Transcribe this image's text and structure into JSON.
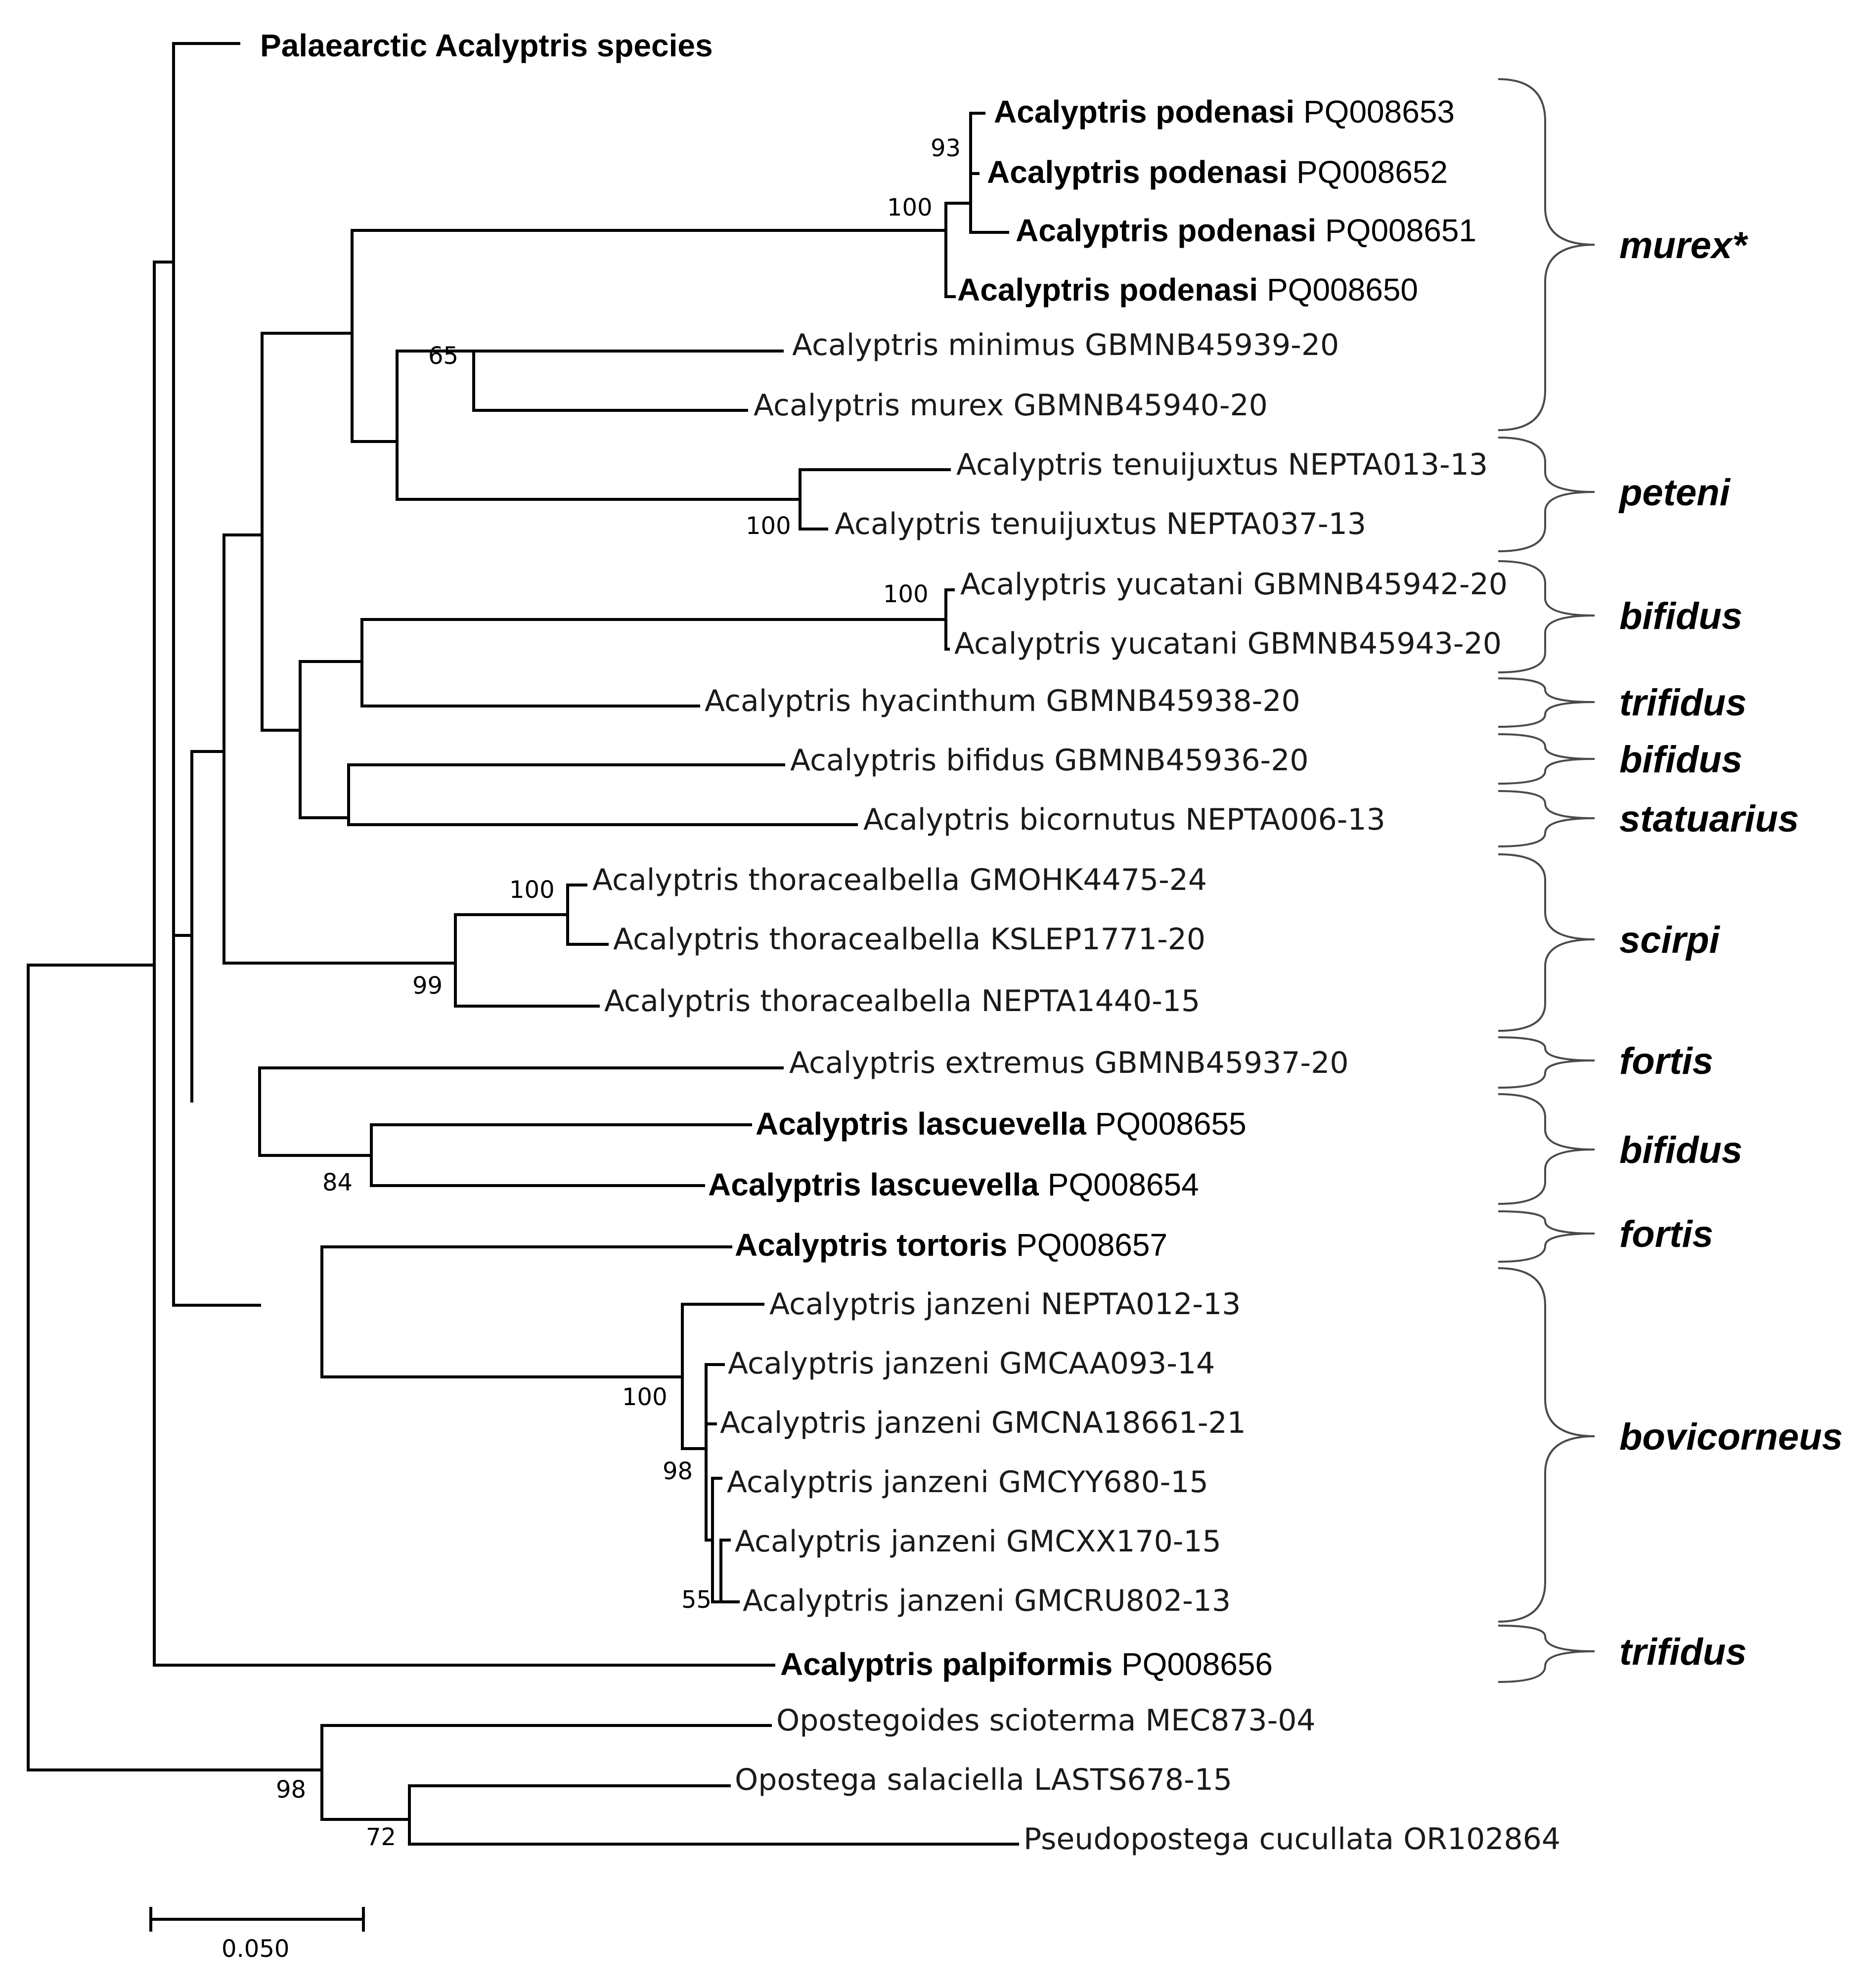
{
  "tips": [
    {
      "id": "palaearctic",
      "genus": "Palaearctic Acalyptris species",
      "code": "",
      "bold": true
    },
    {
      "id": "pod53",
      "genus": "Acalyptris podenasi",
      "code": "PQ008653",
      "bold": true
    },
    {
      "id": "pod52",
      "genus": "Acalyptris podenasi",
      "code": "PQ008652",
      "bold": true
    },
    {
      "id": "pod51",
      "genus": "Acalyptris podenasi",
      "code": "PQ008651",
      "bold": true
    },
    {
      "id": "pod50",
      "genus": "Acalyptris podenasi",
      "code": "PQ008650",
      "bold": true
    },
    {
      "id": "minimus",
      "genus": "Acalyptris minimus",
      "code": "GBMNB45939-20",
      "bold": false
    },
    {
      "id": "murex",
      "genus": "Acalyptris murex",
      "code": "GBMNB45940-20",
      "bold": false
    },
    {
      "id": "ten13",
      "genus": "Acalyptris tenuijuxtus",
      "code": "NEPTA013-13",
      "bold": false
    },
    {
      "id": "ten37",
      "genus": "Acalyptris tenuijuxtus",
      "code": "NEPTA037-13",
      "bold": false
    },
    {
      "id": "yuc42",
      "genus": "Acalyptris yucatani",
      "code": "GBMNB45942-20",
      "bold": false
    },
    {
      "id": "yuc43",
      "genus": "Acalyptris yucatani",
      "code": "GBMNB45943-20",
      "bold": false
    },
    {
      "id": "hya",
      "genus": "Acalyptris hyacinthum",
      "code": "GBMNB45938-20",
      "bold": false
    },
    {
      "id": "bif",
      "genus": "Acalyptris bifidus",
      "code": "GBMNB45936-20",
      "bold": false
    },
    {
      "id": "bic",
      "genus": "Acalyptris bicornutus",
      "code": "NEPTA006-13",
      "bold": false
    },
    {
      "id": "th1",
      "genus": "Acalyptris thoracealbella",
      "code": "GMOHK4475-24",
      "bold": false
    },
    {
      "id": "th2",
      "genus": "Acalyptris thoracealbella",
      "code": "KSLEP1771-20",
      "bold": false
    },
    {
      "id": "th3",
      "genus": "Acalyptris thoracealbella",
      "code": "NEPTA1440-15",
      "bold": false
    },
    {
      "id": "ext",
      "genus": "Acalyptris extremus",
      "code": "GBMNB45937-20",
      "bold": false
    },
    {
      "id": "las55",
      "genus": "Acalyptris lascuevella",
      "code": "PQ008655",
      "bold": true
    },
    {
      "id": "las54",
      "genus": "Acalyptris lascuevella",
      "code": "PQ008654",
      "bold": true
    },
    {
      "id": "tor",
      "genus": "Acalyptris tortoris",
      "code": "PQ008657",
      "bold": true
    },
    {
      "id": "jz1",
      "genus": "Acalyptris janzeni",
      "code": "NEPTA012-13",
      "bold": false
    },
    {
      "id": "jz2",
      "genus": "Acalyptris janzeni",
      "code": "GMCAA093-14",
      "bold": false
    },
    {
      "id": "jz3",
      "genus": "Acalyptris janzeni",
      "code": "GMCNA18661-21",
      "bold": false
    },
    {
      "id": "jz4",
      "genus": "Acalyptris janzeni",
      "code": "GMCYY680-15",
      "bold": false
    },
    {
      "id": "jz5",
      "genus": "Acalyptris janzeni",
      "code": "GMCXX170-15",
      "bold": false
    },
    {
      "id": "jz6",
      "genus": "Acalyptris janzeni",
      "code": "GMCRU802-13",
      "bold": false
    },
    {
      "id": "pal",
      "genus": "Acalyptris palpiformis",
      "code": "PQ008656",
      "bold": true
    },
    {
      "id": "ops",
      "genus": "Opostegoides scioterma",
      "code": "MEC873-04",
      "bold": false
    },
    {
      "id": "opsal",
      "genus": "Opostega salaciella",
      "code": "LASTS678-15",
      "bold": false
    },
    {
      "id": "pseu",
      "genus": "Pseudopostega cucullata",
      "code": "OR102864",
      "bold": false
    }
  ],
  "bootstrap": [
    "93",
    "100",
    "65",
    "100",
    "100",
    "100",
    "99",
    "84",
    "100",
    "98",
    "55",
    "98",
    "72"
  ],
  "groups": [
    "murex*",
    "peteni",
    "bifidus",
    "trifidus",
    "bifidus",
    "statuarius",
    "scirpi",
    "fortis",
    "bifidus",
    "fortis",
    "bovicorneus",
    "trifidus"
  ],
  "scale_bar": {
    "label": "0.050",
    "value": 0.05
  }
}
